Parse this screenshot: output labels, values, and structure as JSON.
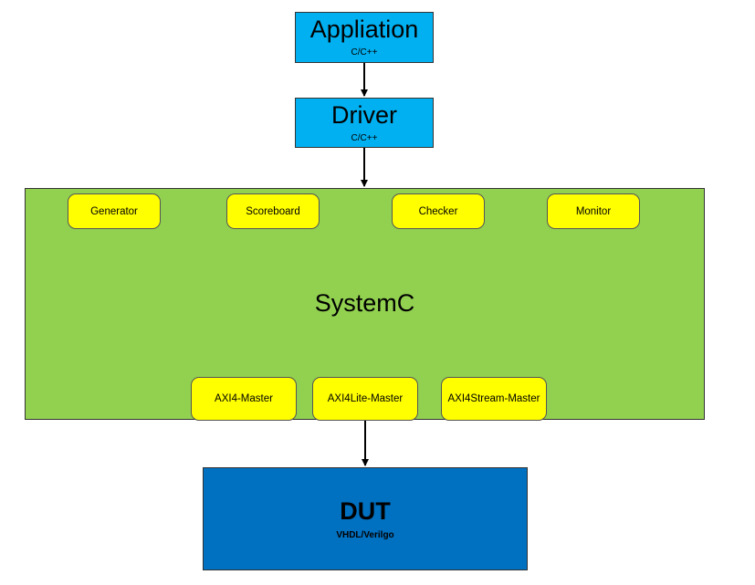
{
  "application": {
    "title": "Appliation",
    "subtitle": "C/C++"
  },
  "driver": {
    "title": "Driver",
    "subtitle": "C/C++"
  },
  "systemc": {
    "title": "SystemC",
    "top_components": [
      "Generator",
      "Scoreboard",
      "Checker",
      "Monitor"
    ],
    "bottom_components": [
      "AXI4-Master",
      "AXI4Lite-Master",
      "AXI4Stream-Master"
    ]
  },
  "dut": {
    "title": "DUT",
    "subtitle": "VHDL/Verilgo"
  },
  "colors": {
    "application_fill": "#00b0f0",
    "driver_fill": "#00b0f0",
    "systemc_fill": "#92d050",
    "component_fill": "#ffff00",
    "dut_fill": "#0070c0"
  }
}
